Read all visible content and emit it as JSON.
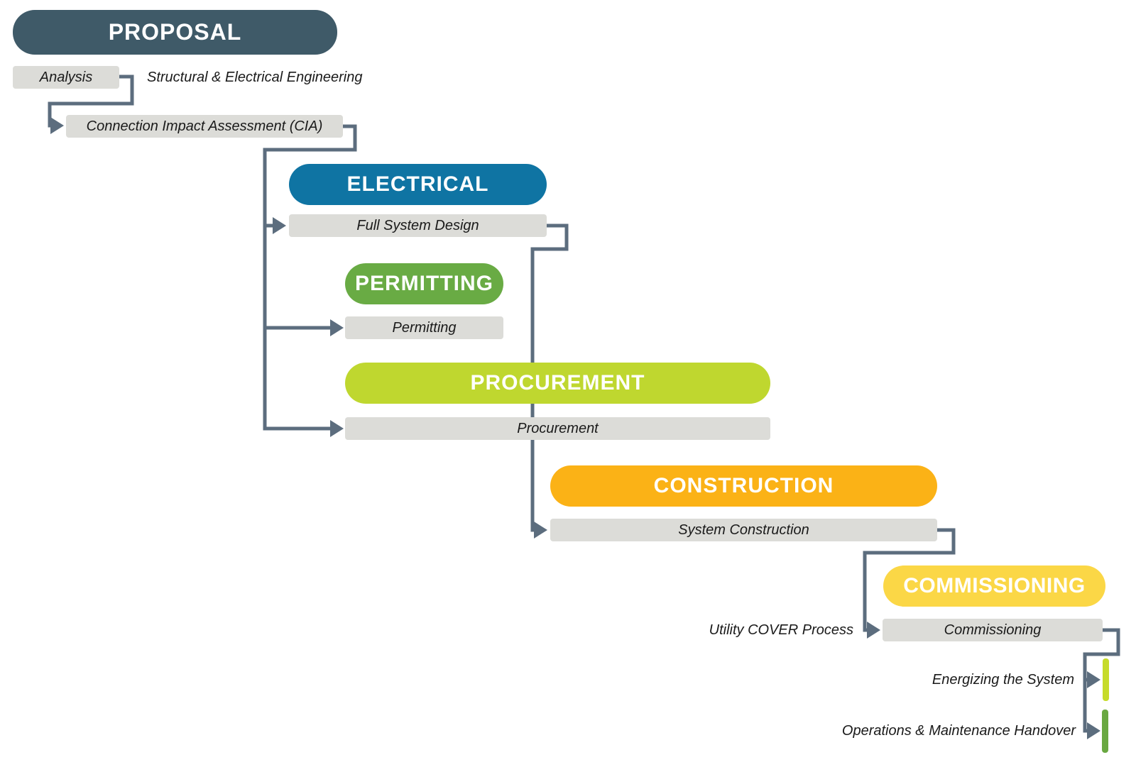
{
  "diagram": {
    "type": "process-flow",
    "connector_color": "#5C6D7E",
    "task_bar_color": "#DCDCD8",
    "label_text_color": "#1A1A1A",
    "header_text_color": "#FFFFFF",
    "proposal": {
      "header": "PROPOSAL",
      "color": "#3F5A68",
      "tasks": {
        "analysis": {
          "label": "Analysis",
          "annotation": "Structural & Electrical Engineering"
        },
        "cia": {
          "label": "Connection Impact Assessment (CIA)"
        }
      }
    },
    "electrical": {
      "header": "ELECTRICAL",
      "color": "#0F74A3",
      "tasks": {
        "full_system_design": {
          "label": "Full System Design"
        }
      }
    },
    "permitting": {
      "header": "PERMITTING",
      "color": "#69AB44",
      "tasks": {
        "permitting": {
          "label": "Permitting"
        }
      }
    },
    "procurement": {
      "header": "PROCUREMENT",
      "color": "#BFD72F",
      "tasks": {
        "procurement": {
          "label": "Procurement"
        }
      }
    },
    "construction": {
      "header": "CONSTRUCTION",
      "color": "#FBB216",
      "tasks": {
        "system_construction": {
          "label": "System Construction"
        }
      }
    },
    "commissioning": {
      "header": "COMMISSIONING",
      "color": "#FBD746",
      "tasks": {
        "commissioning": {
          "label": "Commissioning",
          "annotation": "Utility COVER Process"
        }
      },
      "milestones": {
        "energizing": {
          "label": "Energizing the System",
          "color": "#C6DB2A"
        },
        "om_handover": {
          "label": "Operations & Maintenance Handover",
          "color": "#69A841"
        }
      }
    }
  }
}
